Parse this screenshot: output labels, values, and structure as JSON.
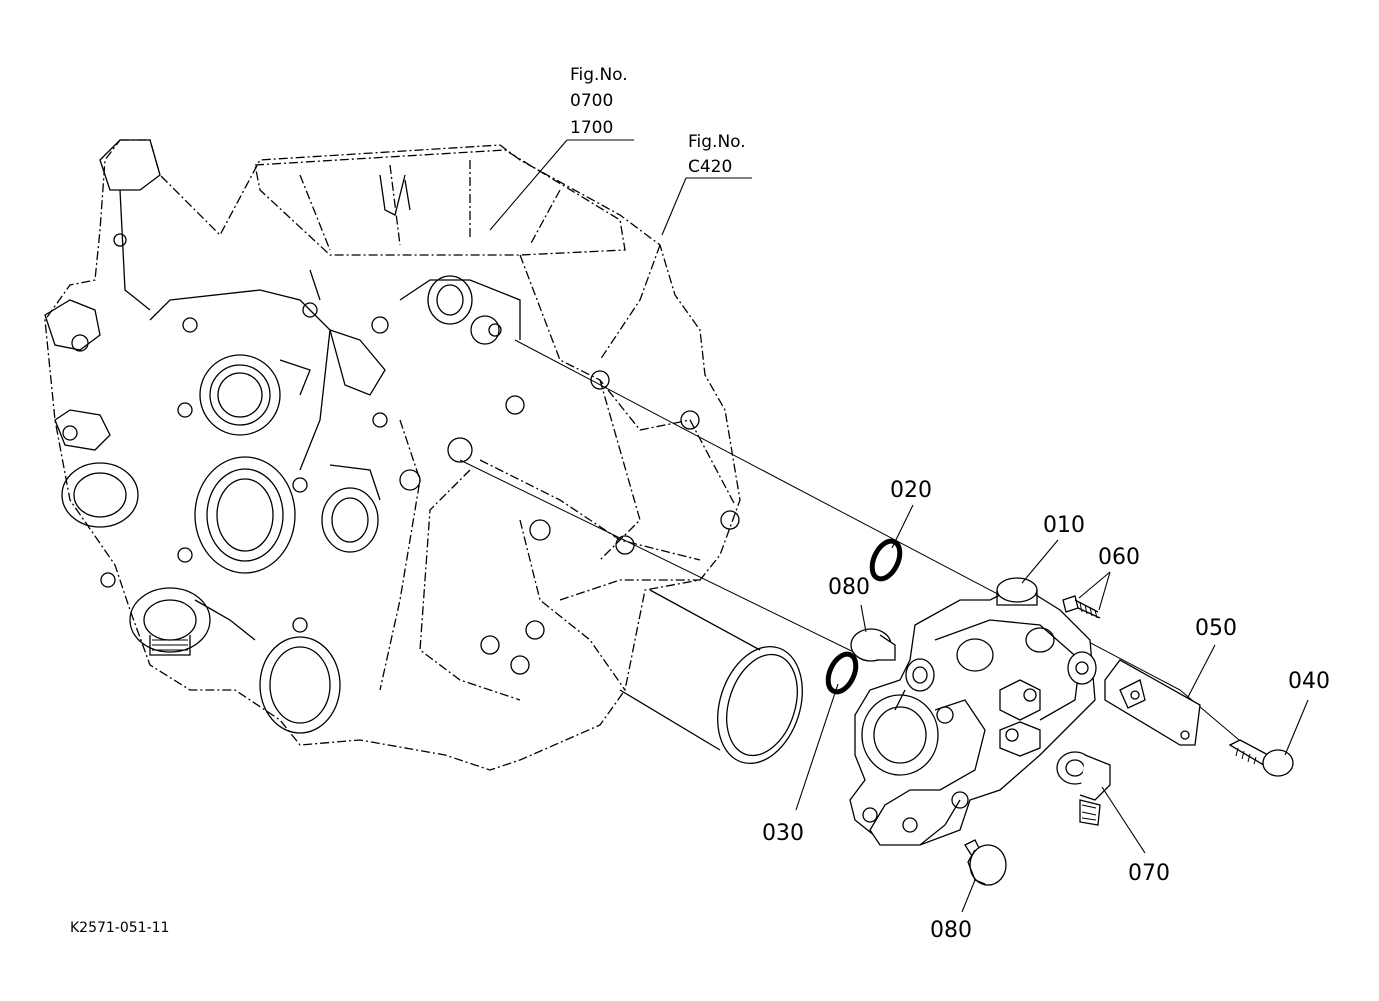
{
  "figure_refs": [
    {
      "title": "Fig.No.",
      "numbers": [
        "0700",
        "1700"
      ]
    },
    {
      "title": "Fig.No.",
      "numbers": [
        "C420"
      ]
    }
  ],
  "part_labels": {
    "p010": "010",
    "p020": "020",
    "p030": "030",
    "p040": "040",
    "p050": "050",
    "p060": "060",
    "p070": "070",
    "p080a": "080",
    "p080b": "080"
  },
  "drawing_code": "K2571-051-11"
}
